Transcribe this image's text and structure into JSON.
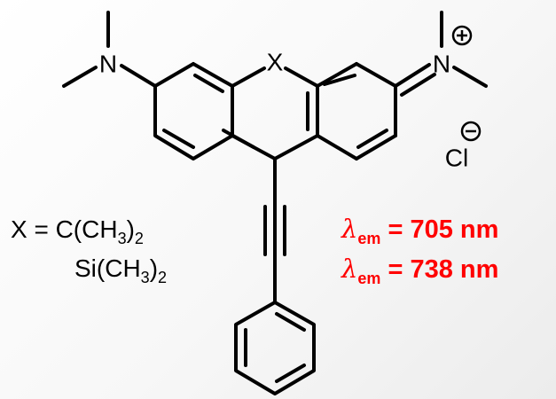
{
  "molecule": {
    "atoms": {
      "nitrogen_left": "N",
      "nitrogen_right": "N",
      "bridge": "X",
      "chloride": "Cl"
    },
    "charges": {
      "positive": "+",
      "negative": "−"
    }
  },
  "substituents": {
    "x_label": "X = C(CH",
    "sub_3": "3",
    "close": ")",
    "sub_2": "2",
    "si_label": "Si(CH"
  },
  "emission": {
    "lambda_symbol": "λ",
    "em_subscript": "em",
    "values": [
      " = 705 nm",
      " = 738 nm"
    ]
  },
  "colors": {
    "ink": "#000000",
    "accent": "#ff0000"
  }
}
